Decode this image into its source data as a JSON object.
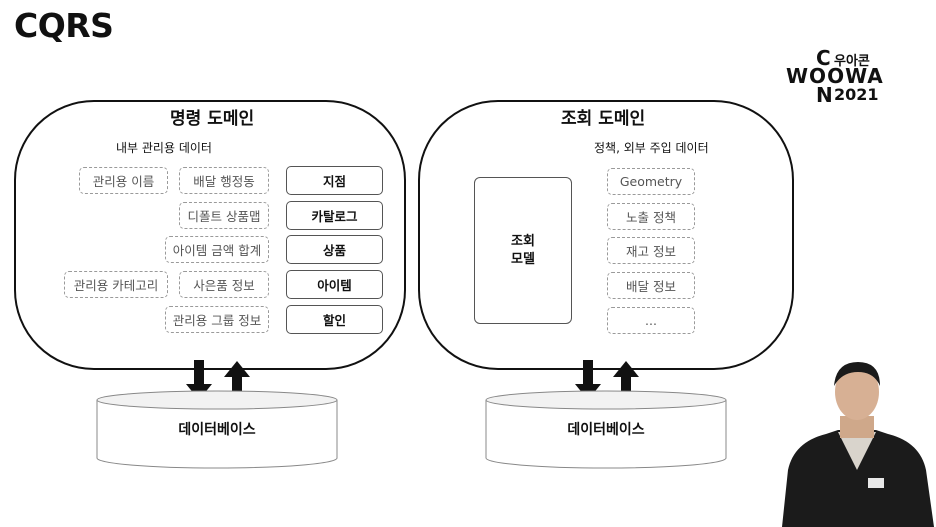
{
  "slide": {
    "title": "CQRS"
  },
  "logo": {
    "line1_c": "C",
    "line1_kr": "우아콘",
    "line2": "WOOWA",
    "line3_n": "N",
    "line3_year": "2021"
  },
  "command_domain": {
    "title": "명령 도메인",
    "subtitle": "내부 관리용 데이터",
    "dashed_items": [
      "관리용 이름",
      "배달 행정동",
      "디폴트 상품맵",
      "아이템 금액 합계",
      "관리용 카테고리",
      "사은품 정보",
      "관리용 그룹 정보"
    ],
    "entities": [
      "지점",
      "카탈로그",
      "상품",
      "아이템",
      "할인"
    ]
  },
  "query_domain": {
    "title": "조회 도메인",
    "subtitle": "정책, 외부 주입 데이터",
    "model_line1": "조회",
    "model_line2": "모델",
    "items": [
      "Geometry",
      "노출 정책",
      "재고 정보",
      "배달 정보",
      "..."
    ]
  },
  "databases": {
    "left_label": "데이터베이스",
    "right_label": "데이터베이스"
  },
  "colors": {
    "stroke": "#111111",
    "dashed_border": "#9a9a9a",
    "solid_border": "#555555",
    "db_fill": "#f2f2f2"
  }
}
